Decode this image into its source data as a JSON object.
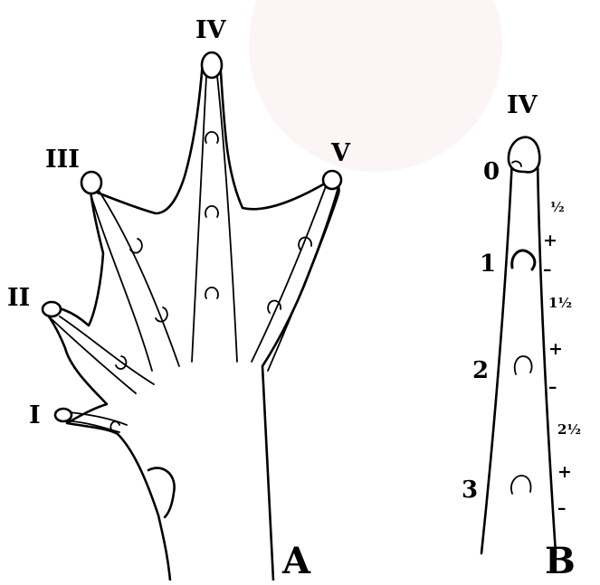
{
  "panel_a": {
    "label": "A",
    "toe_labels": {
      "I": "I",
      "II": "II",
      "III": "III",
      "IV": "IV",
      "V": "V"
    }
  },
  "panel_b": {
    "label": "B",
    "toe_label": "IV",
    "tubercle_numbers": [
      "0",
      "1",
      "2",
      "3"
    ],
    "segment_values": [
      "½",
      "1½",
      "2½"
    ],
    "plus_sign": "+",
    "minus_sign": "–"
  }
}
